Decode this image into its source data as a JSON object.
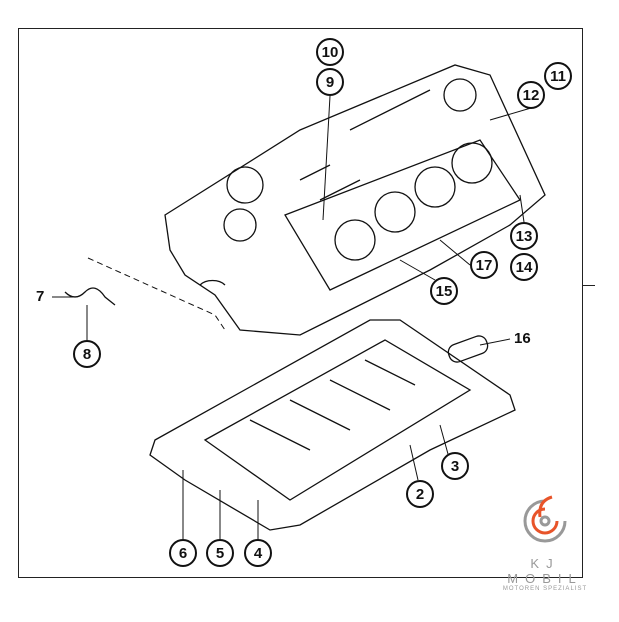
{
  "callouts": {
    "c10": "10",
    "c9": "9",
    "c11": "11",
    "c12": "12",
    "c13": "13",
    "c14": "14",
    "c17": "17",
    "c15": "15",
    "c16": "16",
    "c7": "7",
    "c8": "8",
    "c3": "3",
    "c2": "2",
    "c6": "6",
    "c5": "5",
    "c4": "4"
  },
  "logo": {
    "name": "KJ MOBIL",
    "subtitle": "MOTOREN SPEZIALIST",
    "accent": "#e8542a"
  }
}
